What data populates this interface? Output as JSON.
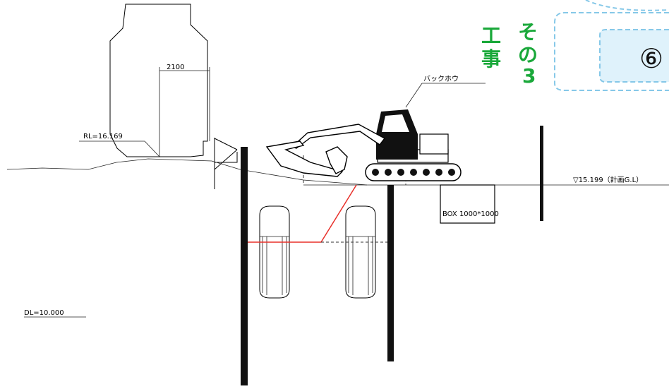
{
  "labels": {
    "dim_2100": "2100",
    "crown_rl": "RL=16.169",
    "backhoe": "バックホウ",
    "gl_level": "▽15.199（計画G.L）",
    "box_culvert": "BOX 1000*1000",
    "datum_level": "DL=10.000"
  },
  "callout": {
    "title_chars": [
      "工",
      "事",
      "そ",
      "の",
      "3"
    ],
    "box_text": "⑥"
  },
  "colors": {
    "accent_green": "#1aa83a",
    "callout_border": "#86c8e8",
    "callout_fill": "#dff2fb",
    "red_line": "#e8302a"
  }
}
